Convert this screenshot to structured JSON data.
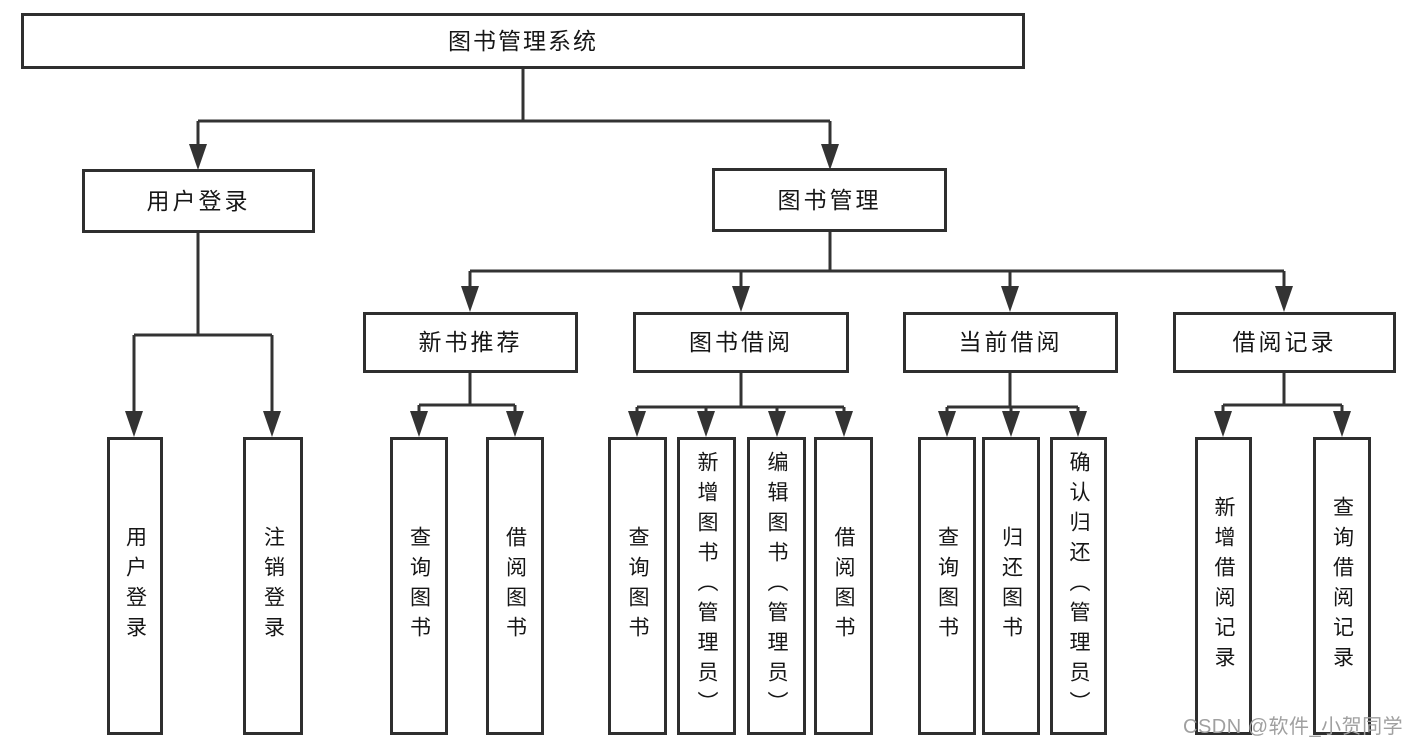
{
  "diagram_title": "图书管理系统",
  "tree": {
    "label": "图书管理系统",
    "children": [
      {
        "label": "用户登录",
        "children": [
          {
            "label": "用户登录"
          },
          {
            "label": "注销登录"
          }
        ]
      },
      {
        "label": "图书管理",
        "children": [
          {
            "label": "新书推荐",
            "children": [
              {
                "label": "查询图书"
              },
              {
                "label": "借阅图书"
              }
            ]
          },
          {
            "label": "图书借阅",
            "children": [
              {
                "label": "查询图书"
              },
              {
                "label": "新增图书（管理员）"
              },
              {
                "label": "编辑图书（管理员）"
              },
              {
                "label": "借阅图书"
              }
            ]
          },
          {
            "label": "当前借阅",
            "children": [
              {
                "label": "查询图书"
              },
              {
                "label": "归还图书"
              },
              {
                "label": "确认归还（管理员）"
              }
            ]
          },
          {
            "label": "借阅记录",
            "children": [
              {
                "label": "新增借阅记录"
              },
              {
                "label": "查询借阅记录"
              }
            ]
          }
        ]
      }
    ]
  },
  "watermark": "CSDN @软件_小贺同学",
  "colors": {
    "line": "#333333",
    "box_border": "#2f2f2f",
    "text": "#161616",
    "watermark": "#a0a0a0",
    "background": "#ffffff"
  }
}
